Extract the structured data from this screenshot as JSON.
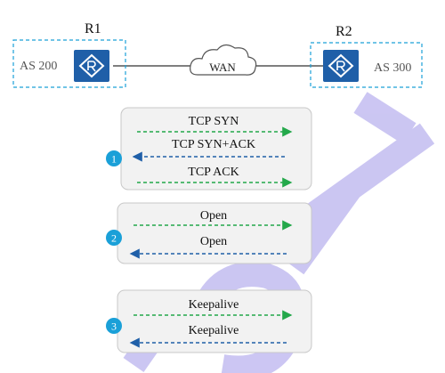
{
  "topology": {
    "r1": {
      "name": "R1",
      "as_label": "AS 200"
    },
    "r2": {
      "name": "R2",
      "as_label": "AS 300"
    },
    "wan_label": "WAN",
    "router_icon": "router-icon",
    "cloud_icon": "cloud-icon"
  },
  "phases": [
    {
      "step": "1",
      "messages": [
        {
          "label": "TCP SYN",
          "direction": "right",
          "color": "#23a84a"
        },
        {
          "label": "TCP SYN+ACK",
          "direction": "left",
          "color": "#1f5fa8"
        },
        {
          "label": "TCP ACK",
          "direction": "right",
          "color": "#23a84a"
        }
      ]
    },
    {
      "step": "2",
      "messages": [
        {
          "label": "Open",
          "direction": "right",
          "color": "#23a84a"
        },
        {
          "label": "Open",
          "direction": "left",
          "color": "#1f5fa8"
        }
      ]
    },
    {
      "step": "3",
      "messages": [
        {
          "label": "Keepalive",
          "direction": "right",
          "color": "#23a84a"
        },
        {
          "label": "Keepalive",
          "direction": "left",
          "color": "#1f5fa8"
        }
      ]
    }
  ],
  "colors": {
    "as_box_border": "#1aa0d8",
    "router_fill": "#1f5fa8",
    "step_badge": "#1aa0d8",
    "panel_fill": "#f2f2f2",
    "panel_border": "#c8c8c8",
    "watermark": "#c9c3f2"
  }
}
